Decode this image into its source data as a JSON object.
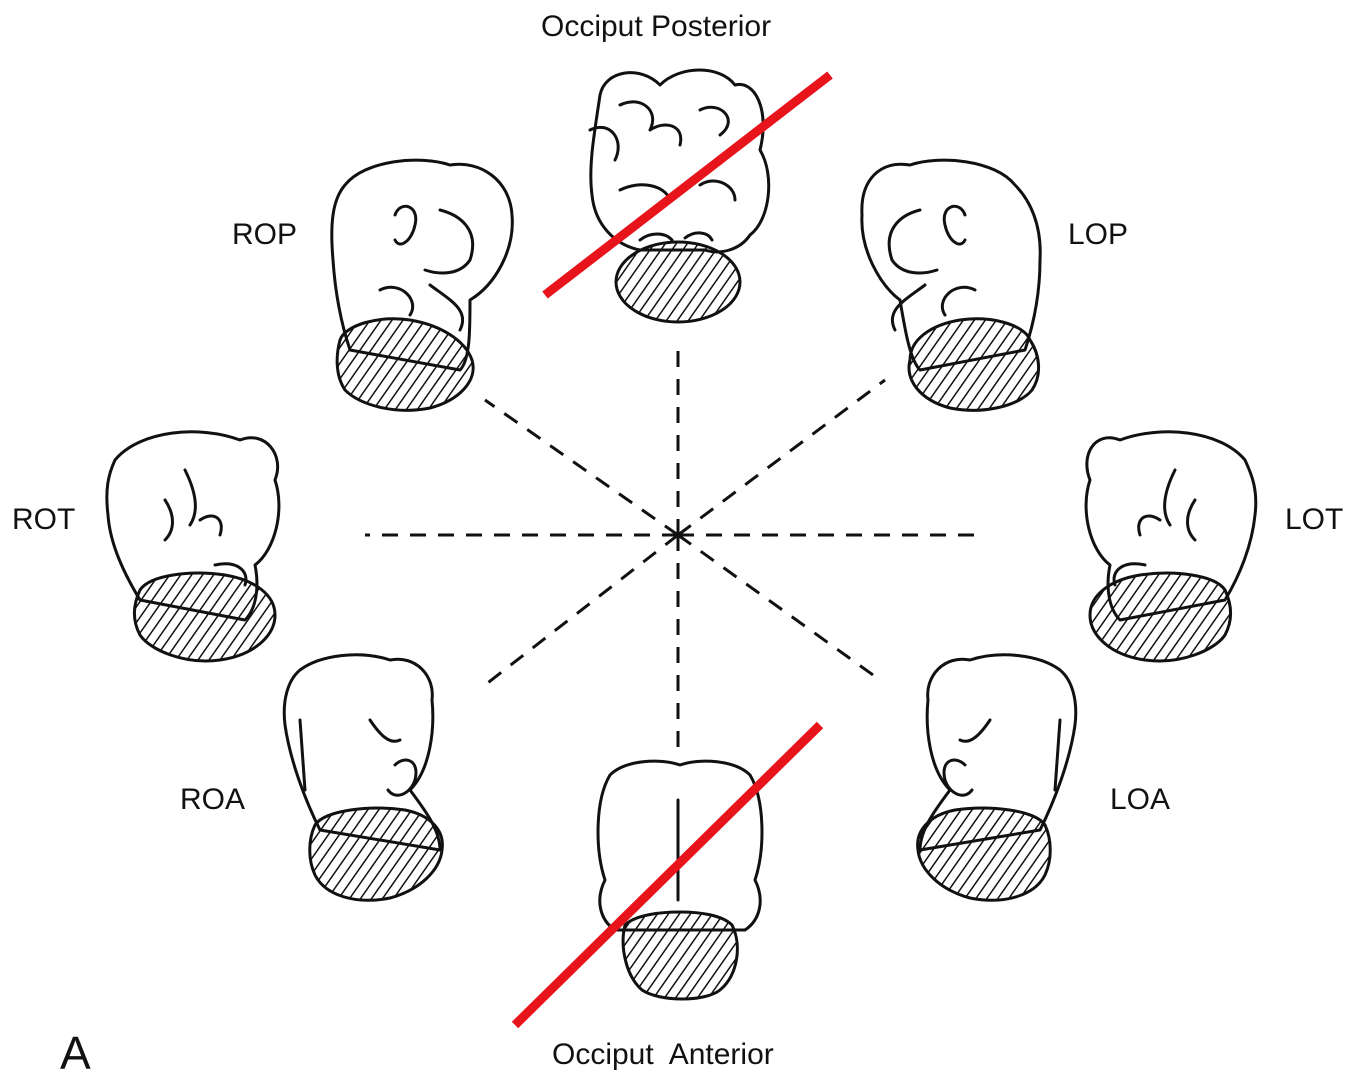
{
  "labels": {
    "top": "Occiput Posterior",
    "bottom": "Occiput  Anterior",
    "rop": "ROP",
    "lop": "LOP",
    "rot": "ROT",
    "lot": "LOT",
    "roa": "ROA",
    "loa": "LOA",
    "panel": "A"
  },
  "colors": {
    "strike_line": "#e8141b",
    "ink": "#111111"
  },
  "icons": [
    "fetus-op-icon",
    "fetus-rop-icon",
    "fetus-lop-icon",
    "fetus-rot-icon",
    "fetus-lot-icon",
    "fetus-roa-icon",
    "fetus-loa-icon",
    "fetus-oa-icon"
  ]
}
